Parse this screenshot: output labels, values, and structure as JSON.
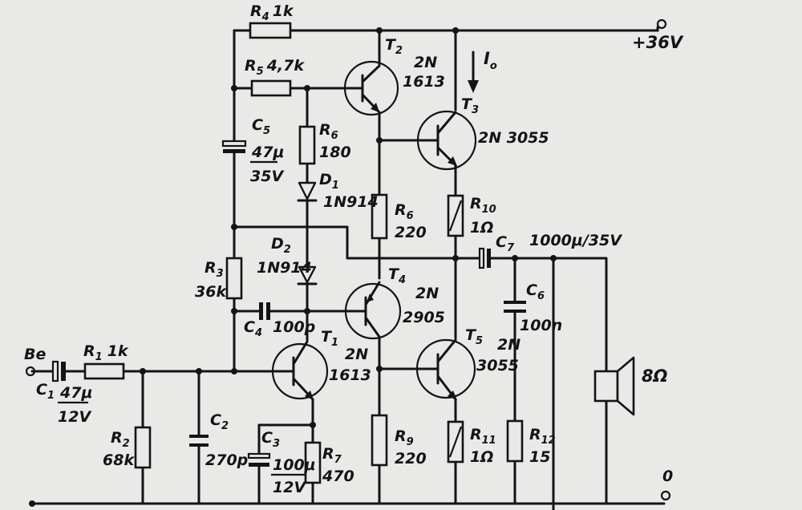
{
  "terminals": {
    "supply": "+36V",
    "input": "Be",
    "ground": "0"
  },
  "current": {
    "letter": "I",
    "sub": "o"
  },
  "resistors": [
    {
      "ref": "R",
      "num": "4",
      "value": "1k"
    },
    {
      "ref": "R",
      "num": "5",
      "value": "4,7k"
    },
    {
      "ref": "R",
      "num": "6",
      "value": "180"
    },
    {
      "ref": "R",
      "num": "3",
      "value": "36k"
    },
    {
      "ref": "R",
      "num": "1",
      "value": "1k"
    },
    {
      "ref": "R",
      "num": "2",
      "value": "68k"
    },
    {
      "ref": "R",
      "num": "7",
      "value": "470"
    },
    {
      "ref": "R",
      "num": "6",
      "value": "220"
    },
    {
      "ref": "R",
      "num": "9",
      "value": "220"
    },
    {
      "ref": "R",
      "num": "10",
      "value": "1Ω"
    },
    {
      "ref": "R",
      "num": "11",
      "value": "1Ω"
    },
    {
      "ref": "R",
      "num": "12",
      "value": "15"
    }
  ],
  "capacitors": [
    {
      "ref": "C",
      "num": "5",
      "value": "47μ",
      "voltage": "35V"
    },
    {
      "ref": "C",
      "num": "4",
      "value": "100p"
    },
    {
      "ref": "C",
      "num": "1",
      "value": "47μ",
      "voltage": "12V"
    },
    {
      "ref": "C",
      "num": "2",
      "value": "270p"
    },
    {
      "ref": "C",
      "num": "3",
      "value": "100μ",
      "voltage": "12V"
    },
    {
      "ref": "C",
      "num": "7",
      "value": "1000μ/35V"
    },
    {
      "ref": "C",
      "num": "6",
      "value": "100n"
    }
  ],
  "diodes": [
    {
      "ref": "D",
      "num": "1",
      "type": "1N914"
    },
    {
      "ref": "D",
      "num": "2",
      "type": "1N914"
    }
  ],
  "transistors": [
    {
      "ref": "T",
      "num": "2",
      "line1": "2N",
      "line2": "1613"
    },
    {
      "ref": "T",
      "num": "3",
      "line1": "2N 3055"
    },
    {
      "ref": "T",
      "num": "4",
      "line1": "2N",
      "line2": "2905"
    },
    {
      "ref": "T",
      "num": "1",
      "line1": "2N",
      "line2": "1613"
    },
    {
      "ref": "T",
      "num": "5",
      "line1": "2N",
      "line2": "3055"
    }
  ],
  "speaker": {
    "value": "8Ω",
    "icon": "speaker-icon"
  }
}
